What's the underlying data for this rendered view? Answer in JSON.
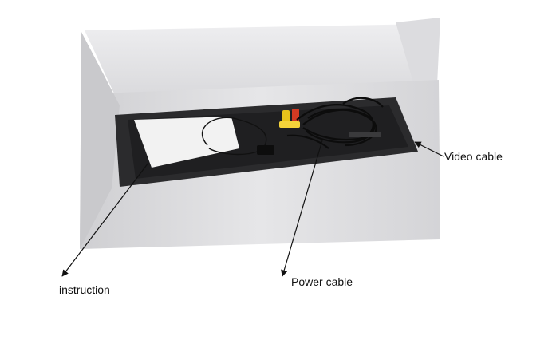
{
  "labels": {
    "video_cable": "Video cable",
    "instruction": "instruction",
    "power_cable": "Power cable"
  },
  "colors": {
    "background": "#ffffff",
    "box_lid": "#e3e3e5",
    "box_wall": "#d8d8da",
    "tray": "#2b2b2d",
    "paper": "#f2f2f2",
    "rca_yellow": "#e8c21b",
    "rca_red": "#d23a23",
    "cable": "#111111"
  }
}
